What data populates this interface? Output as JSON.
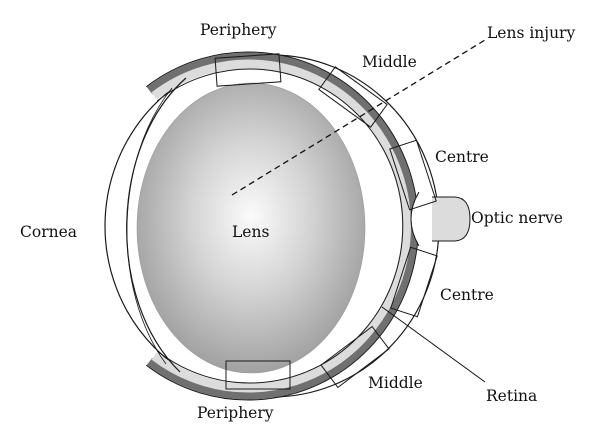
{
  "labels": {
    "periphery_top": "Periphery",
    "middle_top": "Middle",
    "lens_injury": "Lens injury",
    "centre_top": "Centre",
    "optic_nerve": "Optic nerve",
    "cornea": "Cornea",
    "lens": "Lens",
    "centre_bottom": "Centre",
    "middle_bottom": "Middle",
    "retina": "Retina",
    "periphery_bottom": "Periphery"
  },
  "colors": {
    "sclera_band": "#707070",
    "retina_fill": "#dcdcdc",
    "outline": "#1a1a1a",
    "lens_center": "#fbfbfb",
    "lens_edge": "#9a9a9a"
  }
}
